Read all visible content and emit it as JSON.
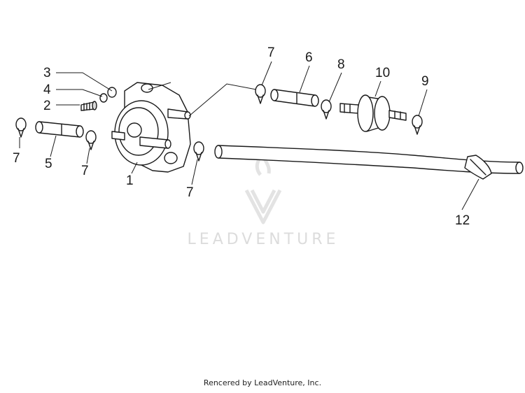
{
  "callouts": {
    "c1": "1",
    "c2": "2",
    "c3": "3",
    "c4": "4",
    "c5": "5",
    "c6": "6",
    "c7a": "7",
    "c7b": "7",
    "c7c": "7",
    "c7d": "7",
    "c8": "8",
    "c9": "9",
    "c10": "10",
    "c12": "12"
  },
  "watermark": {
    "text": "LEADVENTURE"
  },
  "footer": {
    "text": "Rencered by LeadVenture, Inc."
  }
}
